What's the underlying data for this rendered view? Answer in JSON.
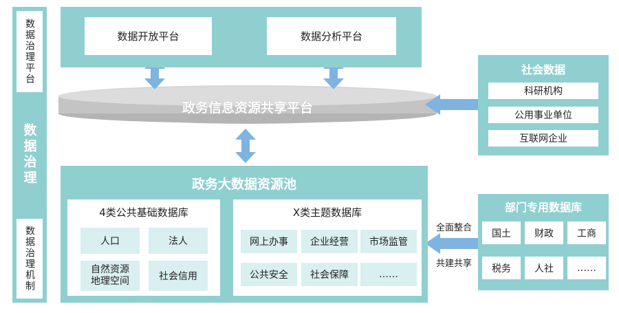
{
  "left_panel": {
    "top_label": "数据治理平台",
    "middle_label": "数据治理",
    "bottom_label": "数据治理机制"
  },
  "top_platforms": {
    "open_platform": "数据开放平台",
    "analysis_platform": "数据分析平台"
  },
  "sharing_platform": "政务信息资源共享平台",
  "resource_pool": {
    "title": "政务大数据资源池",
    "basic_db": {
      "title": "4类公共基础数据库",
      "items": [
        "人口",
        "法人",
        "自然资源\n地理空间",
        "社会信用"
      ]
    },
    "theme_db": {
      "title": "X类主题数据库",
      "items": [
        "网上办事",
        "企业经营",
        "市场监管",
        "公共安全",
        "社会保障",
        "……"
      ]
    }
  },
  "social_data": {
    "title": "社会数据",
    "items": [
      "科研机构",
      "公用事业单位",
      "互联网企业"
    ]
  },
  "dept_db": {
    "title": "部门专用数据库",
    "items": [
      "国土",
      "财政",
      "工商",
      "税务",
      "人社",
      "……"
    ]
  },
  "arrow_labels": {
    "integrate": "全面整合",
    "share": "共建共享"
  },
  "colors": {
    "teal": "#8fcfd0",
    "light": "#d9eff0",
    "arrow": "#7fb3e0",
    "disk": "#c9c9c9"
  }
}
